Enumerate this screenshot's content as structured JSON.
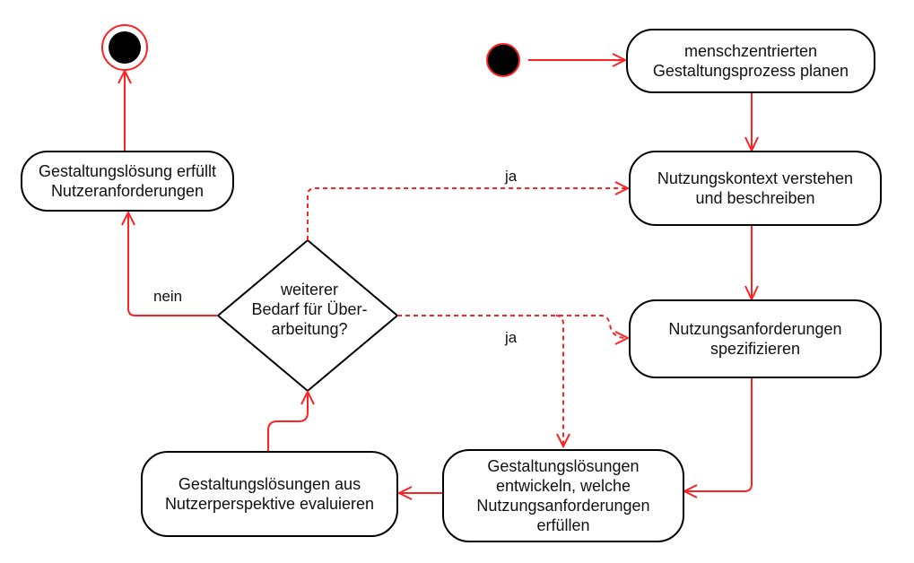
{
  "nodes": {
    "plan": "menschzentrierten\nGestaltungsprozess planen",
    "context": "Nutzungskontext verstehen\nund beschreiben",
    "requirements": "Nutzungsanforderungen\nspezifizieren",
    "develop": "Gestaltungslösungen\nentwickeln, welche\nNutzungsanforderungen\nerfüllen",
    "evaluate": "Gestaltungslösungen aus\nNutzerperspektive evaluieren",
    "fulfilled": "Gestaltungslösung erfüllt\nNutzeranforderungen"
  },
  "decision": "weiterer\nBedarf für Über-\narbeitung?",
  "edge_labels": {
    "yes_top": "ja",
    "yes_bottom": "ja",
    "no": "nein"
  },
  "colors": {
    "arrow": "#ff2222",
    "outline": "#000000"
  }
}
